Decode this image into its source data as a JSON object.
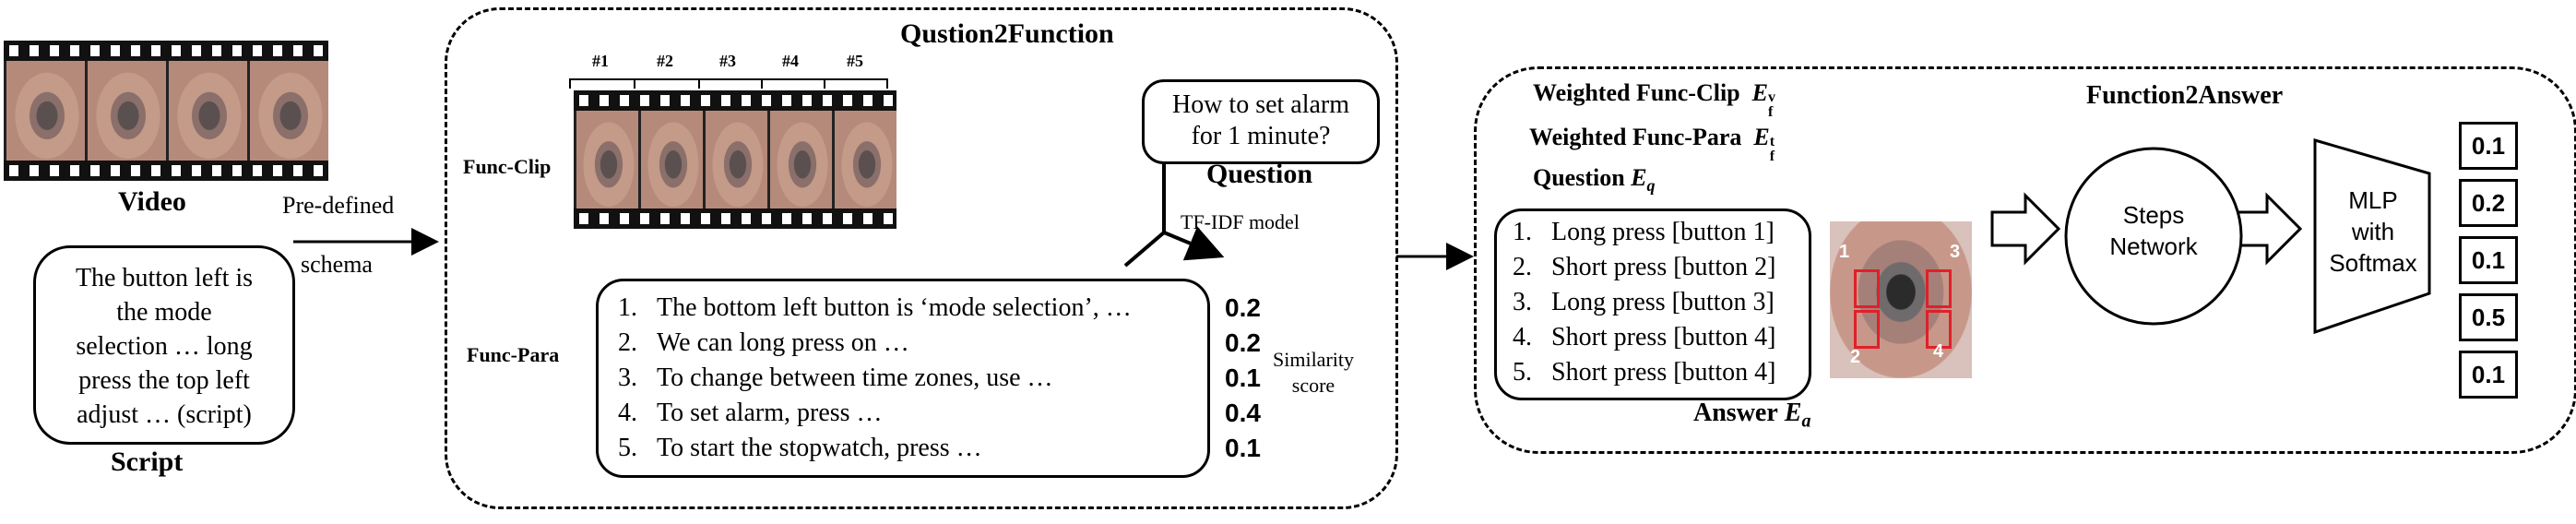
{
  "video": {
    "label": "Video"
  },
  "script": {
    "text_lines": [
      "The button left is",
      "the mode",
      "selection … long",
      "press the top left",
      "adjust … (script)"
    ],
    "label": "Script"
  },
  "predefined": {
    "line1": "Pre-defined",
    "line2": "schema"
  },
  "q2f": {
    "title": "Qustion2Function",
    "clip_numbers": [
      "#1",
      "#2",
      "#3",
      "#4",
      "#5"
    ],
    "func_clip_label": "Func-Clip",
    "func_para_label": "Func-Para",
    "question_text_lines": [
      "How to set alarm",
      "for 1 minute?"
    ],
    "question_label": "Question",
    "tfidf_label": "TF-IDF model",
    "similarity_label_lines": [
      "Similarity",
      "score"
    ],
    "para_items": [
      {
        "num": "1.",
        "text": "The bottom left button is ‘mode selection’, …",
        "score": "0.2"
      },
      {
        "num": "2.",
        "text": "We can long press on …",
        "score": "0.2"
      },
      {
        "num": "3.",
        "text": "To change between time zones, use …",
        "score": "0.1"
      },
      {
        "num": "4.",
        "text": "To set alarm, press …",
        "score": "0.4"
      },
      {
        "num": "5.",
        "text": "To start the stopwatch, press …",
        "score": "0.1"
      }
    ]
  },
  "f2a": {
    "title": "Function2Answer",
    "weighted_clip": "Weighted Func-Clip",
    "weighted_clip_sym": "E",
    "weighted_clip_sub": "f",
    "weighted_clip_sup": "v",
    "weighted_para": "Weighted Func-Para",
    "weighted_para_sym": "E",
    "weighted_para_sub": "f",
    "weighted_para_sup": "t",
    "question_label": "Question",
    "question_sym": "E",
    "question_sub": "q",
    "answer_items": [
      {
        "num": "1.",
        "text": "Long press [button 1]"
      },
      {
        "num": "2.",
        "text": "Short press [button 2]"
      },
      {
        "num": "3.",
        "text": "Long press [button 3]"
      },
      {
        "num": "4.",
        "text": "Short press [button 4]"
      },
      {
        "num": "5.",
        "text": "Short press [button 4]"
      }
    ],
    "answer_label": "Answer",
    "answer_sym": "E",
    "answer_sub": "a",
    "watch_numbers": [
      "1",
      "3",
      "2",
      "4"
    ],
    "steps_network_lines": [
      "Steps",
      "Network"
    ],
    "mlp_lines": [
      "MLP",
      "with",
      "Softmax"
    ],
    "output_values": [
      "0.1",
      "0.2",
      "0.1",
      "0.5",
      "0.1"
    ]
  },
  "colors": {
    "highlight_red": "#e0202a",
    "film_dark": "#111111",
    "watch_face": "#c08a80"
  }
}
